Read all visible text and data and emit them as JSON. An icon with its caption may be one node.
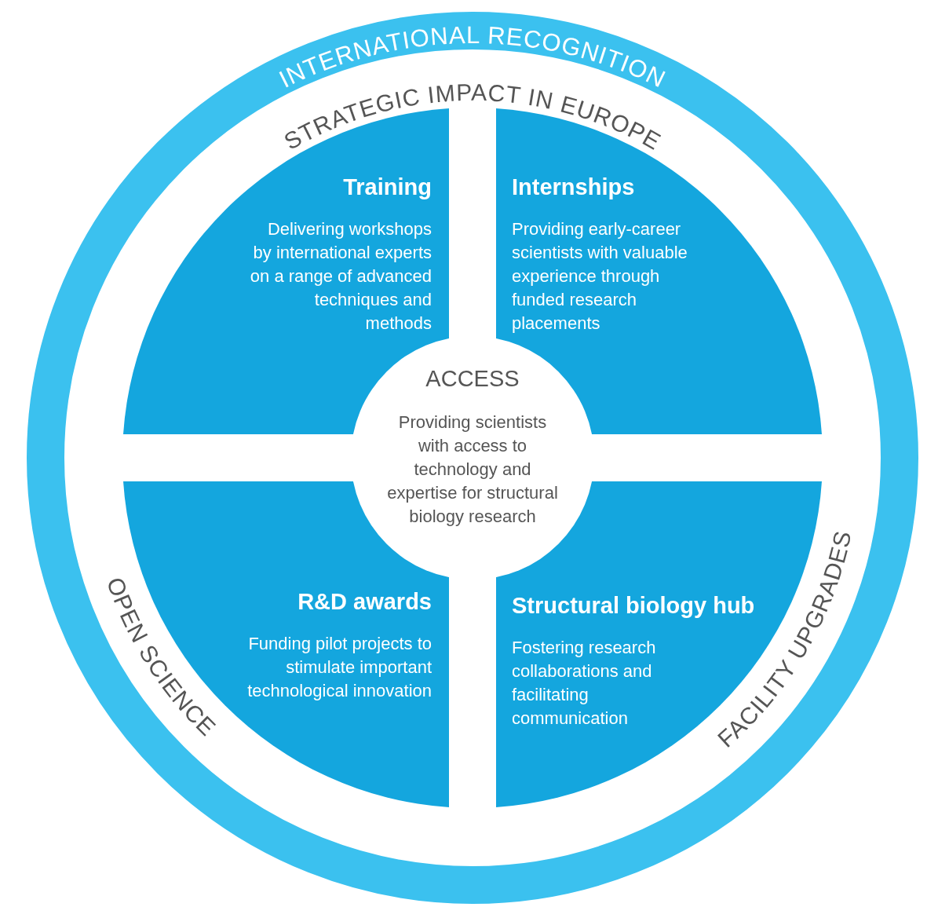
{
  "diagram": {
    "nodes": [
      {
        "text": [
          "INTERNATIONAL RECOGNITION"
        ]
      },
      {
        "text": [
          "Training",
          "Delivering workshops by international experts on a range of advanced techniques and methods"
        ],
        "in": 0
      },
      {
        "text": [
          "Internships",
          "Providing early-career scientists with valuable experience through funded research placements"
        ],
        "in": 0
      },
      {
        "text": [
          "ACCESS",
          "Providing scientists with access to technology and expertise for structural biology research"
        ],
        "in": 0
      },
      {
        "text": [
          "R&D awards",
          "Funding pilot projects to stimulate important technological innovation"
        ],
        "in": 0
      },
      {
        "text": [
          "Structural biology hub",
          "Fostering research collaborations and facilitating communication"
        ],
        "in": 0
      }
    ],
    "labels": [
      "STRATEGIC IMPACT IN EUROPE",
      "OPEN SCIENCE",
      "FACILITY UPGRADES"
    ]
  }
}
